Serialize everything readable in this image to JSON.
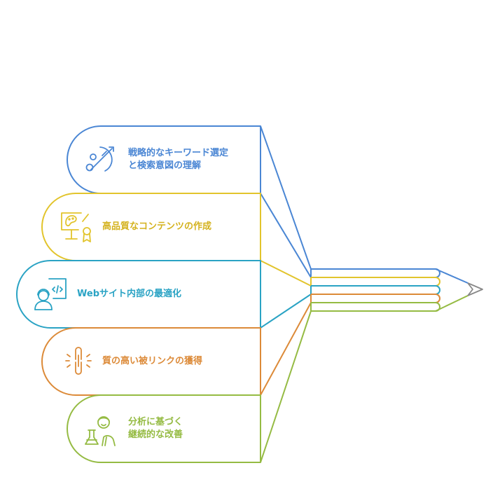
{
  "colors": {
    "blue": "#4a86d4",
    "yellow": "#e2c42c",
    "teal": "#2aa3c4",
    "orange": "#dc8a38",
    "green": "#95bb43",
    "tip": "#888888"
  },
  "items": [
    {
      "lines": [
        "戦略的なキーワード選定",
        "と検索意図の理解"
      ],
      "color": "#4a86d4",
      "icon": "archery-target-icon"
    },
    {
      "lines": [
        "高品質なコンテンツの作成"
      ],
      "color": "#e2c42c",
      "icon": "monitor-award-icon"
    },
    {
      "lines": [
        "Webサイト内部の最適化"
      ],
      "color": "#2aa3c4",
      "icon": "developer-code-icon"
    },
    {
      "lines": [
        "質の高い被リンクの獲得"
      ],
      "color": "#dc8a38",
      "icon": "chain-link-icon"
    },
    {
      "lines": [
        "分析に基づく",
        "継続的な改善"
      ],
      "color": "#95bb43",
      "icon": "scientist-flask-icon"
    }
  ]
}
